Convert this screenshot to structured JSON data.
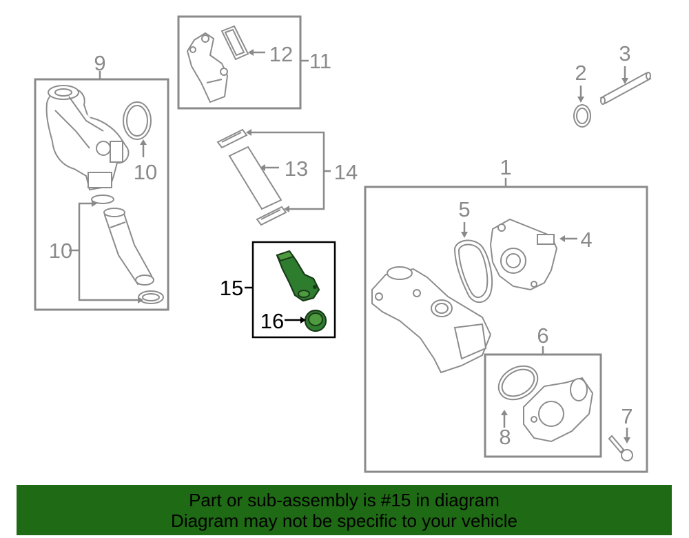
{
  "callouts": {
    "c1": "1",
    "c2": "2",
    "c3": "3",
    "c4": "4",
    "c5": "5",
    "c6": "6",
    "c7": "7",
    "c8": "8",
    "c9": "9",
    "c10a": "10",
    "c10b": "10",
    "c11": "11",
    "c12": "12",
    "c13": "13",
    "c14": "14",
    "c15": "15",
    "c16": "16"
  },
  "highlight": {
    "part": "15",
    "color": "#2e7d2e"
  },
  "banner": {
    "line1": "Part or sub-assembly is #15 in diagram",
    "line2": "Diagram may not be specific to your vehicle",
    "color": "#1f6a14"
  }
}
